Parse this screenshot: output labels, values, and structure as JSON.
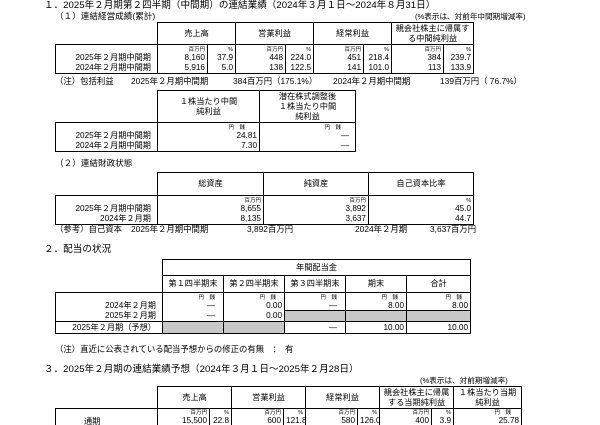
{
  "sec1": {
    "title": "１．2025年２月期第２四半期（中間期）の連結業績（2024年３月１日～2024年８月31日）",
    "sub1": "（１）連結経営成績(累計)",
    "note_pct": "(%表示は、対前年中間期増減率)",
    "headers": [
      "売上高",
      "営業利益",
      "経常利益",
      "親会社株主に帰属する中間純利益"
    ],
    "units": [
      "百万円",
      "%"
    ],
    "rows": [
      {
        "label": "2025年２月期中間期",
        "vals": [
          "8,160",
          "37.9",
          "448",
          "224.0",
          "451",
          "218.4",
          "384",
          "239.7"
        ]
      },
      {
        "label": "2024年２月期中間期",
        "vals": [
          "5,916",
          "5.0",
          "138",
          "122.5",
          "141",
          "101.0",
          "113",
          "133.9"
        ]
      }
    ],
    "note_label": "（注）包括利益",
    "note_cur": "2025年２月期中間期",
    "note_cur_val": "384百万円（175.1%）",
    "note_prev": "2024年２月期中間期",
    "note_prev_val": "139百万円（ 76.7%）",
    "eps_headers": [
      "１株当たり中間純利益",
      "潜在株式調整後１株当たり中間純利益"
    ],
    "eps_units": [
      "円",
      "銭"
    ],
    "eps_rows": [
      {
        "label": "2025年２月期中間期",
        "vals": [
          "24.81",
          "―"
        ]
      },
      {
        "label": "2024年２月期中間期",
        "vals": [
          "7.30",
          "―"
        ]
      }
    ]
  },
  "sec2": {
    "title": "（２）連結財政状態",
    "headers": [
      "総資産",
      "純資産",
      "自己資本比率"
    ],
    "units": [
      "百万円",
      "百万円",
      "%"
    ],
    "rows": [
      {
        "label": "2025年２月期中間期",
        "vals": [
          "8,655",
          "3,892",
          "45.0"
        ]
      },
      {
        "label": "2024年２月期",
        "vals": [
          "8,135",
          "3,637",
          "44.7"
        ]
      }
    ],
    "ref_label": "（参考）自己資本",
    "ref_cur": "2025年２月期中間期",
    "ref_cur_val": "3,892百万円",
    "ref_prev": "2024年２月期",
    "ref_prev_val": "3,637百万円"
  },
  "sec3": {
    "title": "２．配当の状況",
    "group_header": "年間配当金",
    "headers": [
      "第１四半期末",
      "第２四半期末",
      "第３四半期末",
      "期末",
      "合計"
    ],
    "units": [
      "円",
      "銭"
    ],
    "rows": [
      {
        "label": "2024年２月期",
        "vals": [
          "―",
          "0.00",
          "―",
          "8.00",
          "8.00"
        ]
      },
      {
        "label": "2025年２月期",
        "vals": [
          "―",
          "0.00",
          "",
          "",
          ""
        ]
      },
      {
        "label": "2025年２月期（予想）",
        "vals": [
          "",
          "",
          "―",
          "10.00",
          "10.00"
        ]
      }
    ],
    "note": "（注）直近に公表されている配当予想からの修正の有無　：　有"
  },
  "sec4": {
    "title": "３．2025年２月期の連結業績予想（2024年３月１日～2025年２月28日）",
    "note_pct": "(%表示は、対前期増減率)",
    "headers": [
      "売上高",
      "営業利益",
      "経常利益",
      "親会社株主に帰属する当期純利益",
      "１株当たり当期純利益"
    ],
    "units": [
      "百万円",
      "%",
      "円",
      "銭"
    ],
    "row": {
      "label": "通期",
      "vals": [
        "15,500",
        "22.8",
        "600",
        "121.8",
        "580",
        "126.0",
        "400",
        "3.9",
        "25.78"
      ]
    }
  }
}
